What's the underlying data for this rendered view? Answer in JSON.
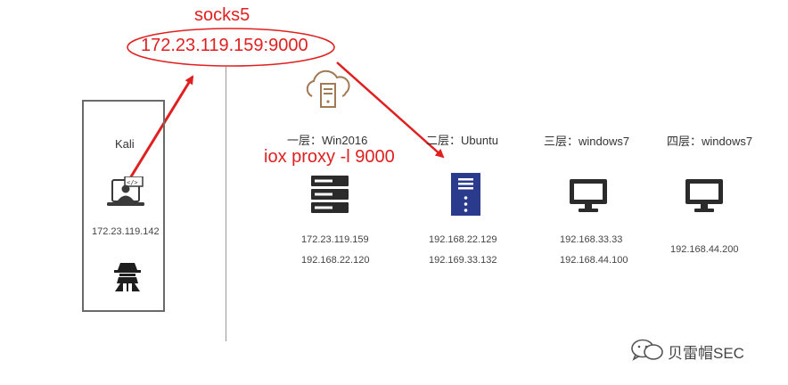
{
  "proxy": {
    "protocol": "socks5",
    "address": "172.23.119.159:9000"
  },
  "command": "iox proxy -l 9000",
  "attacker": {
    "name": "Kali",
    "ip": "172.23.119.142"
  },
  "layers": [
    {
      "label": "一层：Win2016",
      "ips": [
        "172.23.119.159",
        "192.168.22.120"
      ],
      "icon": "server-rack-icon"
    },
    {
      "label": "二层：Ubuntu",
      "ips": [
        "192.168.22.129",
        "192.169.33.132"
      ],
      "icon": "server-tower-icon"
    },
    {
      "label": "三层：windows7",
      "ips": [
        "192.168.33.33",
        "192.168.44.100"
      ],
      "icon": "monitor-icon"
    },
    {
      "label": "四层：windows7",
      "ips": [
        "192.168.44.200"
      ],
      "icon": "monitor-icon"
    }
  ],
  "watermark": "贝雷帽SEC",
  "colors": {
    "arrow": "#e02020",
    "cloud": "#a07a55",
    "server_blue": "#2a3a8c",
    "device": "#2b2b2b"
  }
}
